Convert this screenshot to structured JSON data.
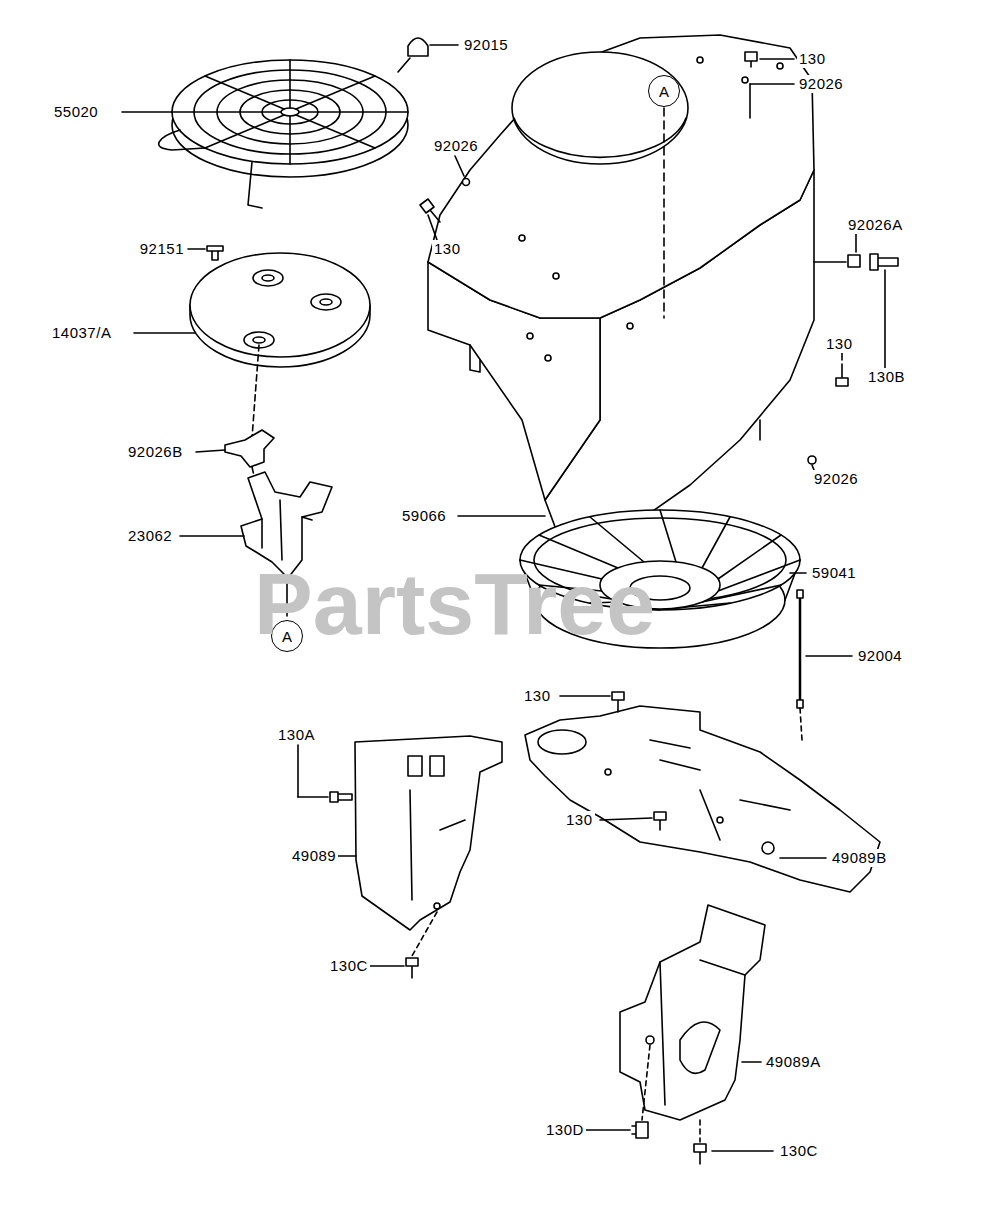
{
  "diagram": {
    "nodes": [
      {
        "text": [
          "A"
        ]
      },
      {
        "text": [
          "A"
        ]
      }
    ],
    "labels": [
      "92015",
      "130",
      "92026",
      "55020",
      "92026",
      "92026A",
      "92151",
      "130",
      "14037/A",
      "130",
      "130B",
      "92026B",
      "92026",
      "59066",
      "23062",
      "59041",
      "PartsTree",
      "92004",
      "130",
      "130A",
      "130",
      "49089",
      "49089B",
      "130C",
      "49089A",
      "130D",
      "130C"
    ]
  }
}
